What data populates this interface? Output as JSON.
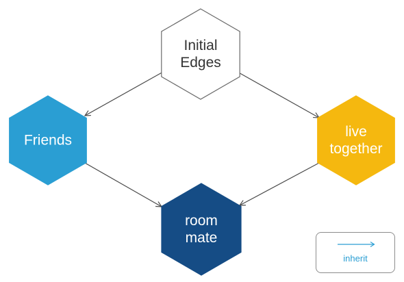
{
  "diagram": {
    "nodes": [
      {
        "id": "initial",
        "lines": [
          "Initial",
          "Edges"
        ],
        "fill": "#ffffff",
        "stroke": "#6a6a6a",
        "text_color": "#333333"
      },
      {
        "id": "friends",
        "lines": [
          "Friends"
        ],
        "fill": "#2a9ed3",
        "stroke": "#2a9ed3",
        "text_color": "#ffffff"
      },
      {
        "id": "live",
        "lines": [
          "live",
          "together"
        ],
        "fill": "#f5b80f",
        "stroke": "#f5b80f",
        "text_color": "#ffffff"
      },
      {
        "id": "roommate",
        "lines": [
          "room",
          "mate"
        ],
        "fill": "#154c85",
        "stroke": "#154c85",
        "text_color": "#ffffff"
      }
    ],
    "edges": [
      {
        "from": "initial",
        "to": "friends"
      },
      {
        "from": "initial",
        "to": "live"
      },
      {
        "from": "friends",
        "to": "roommate"
      },
      {
        "from": "live",
        "to": "roommate"
      }
    ],
    "edge_color": "#4a4a4a"
  },
  "legend": {
    "label": "inherit",
    "color": "#2a9ed3"
  }
}
